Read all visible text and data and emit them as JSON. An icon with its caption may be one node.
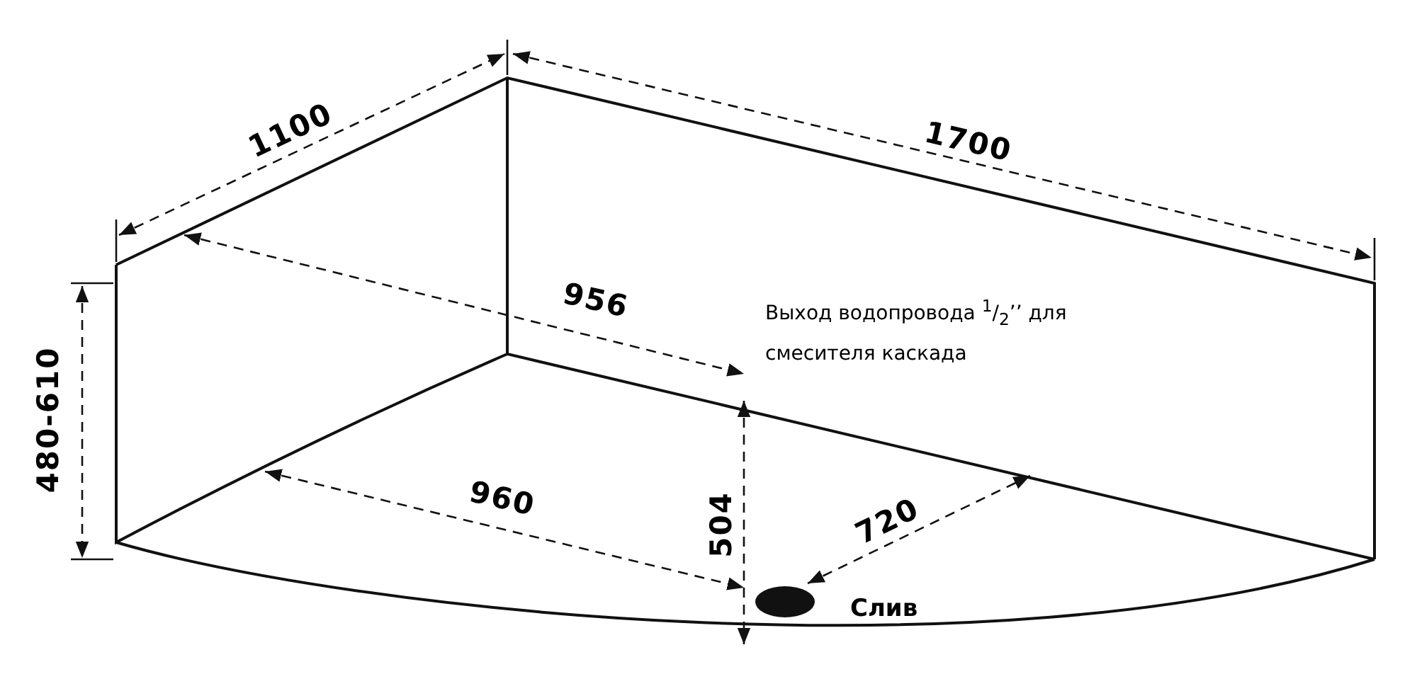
{
  "diagram": {
    "labels": [
      "1100",
      "1700",
      "956",
      "Выход водопровода $^{1}$/$_{2}$’’ для смесителя каскада",
      "480-610",
      "960",
      "504",
      "720",
      "Слив"
    ]
  }
}
